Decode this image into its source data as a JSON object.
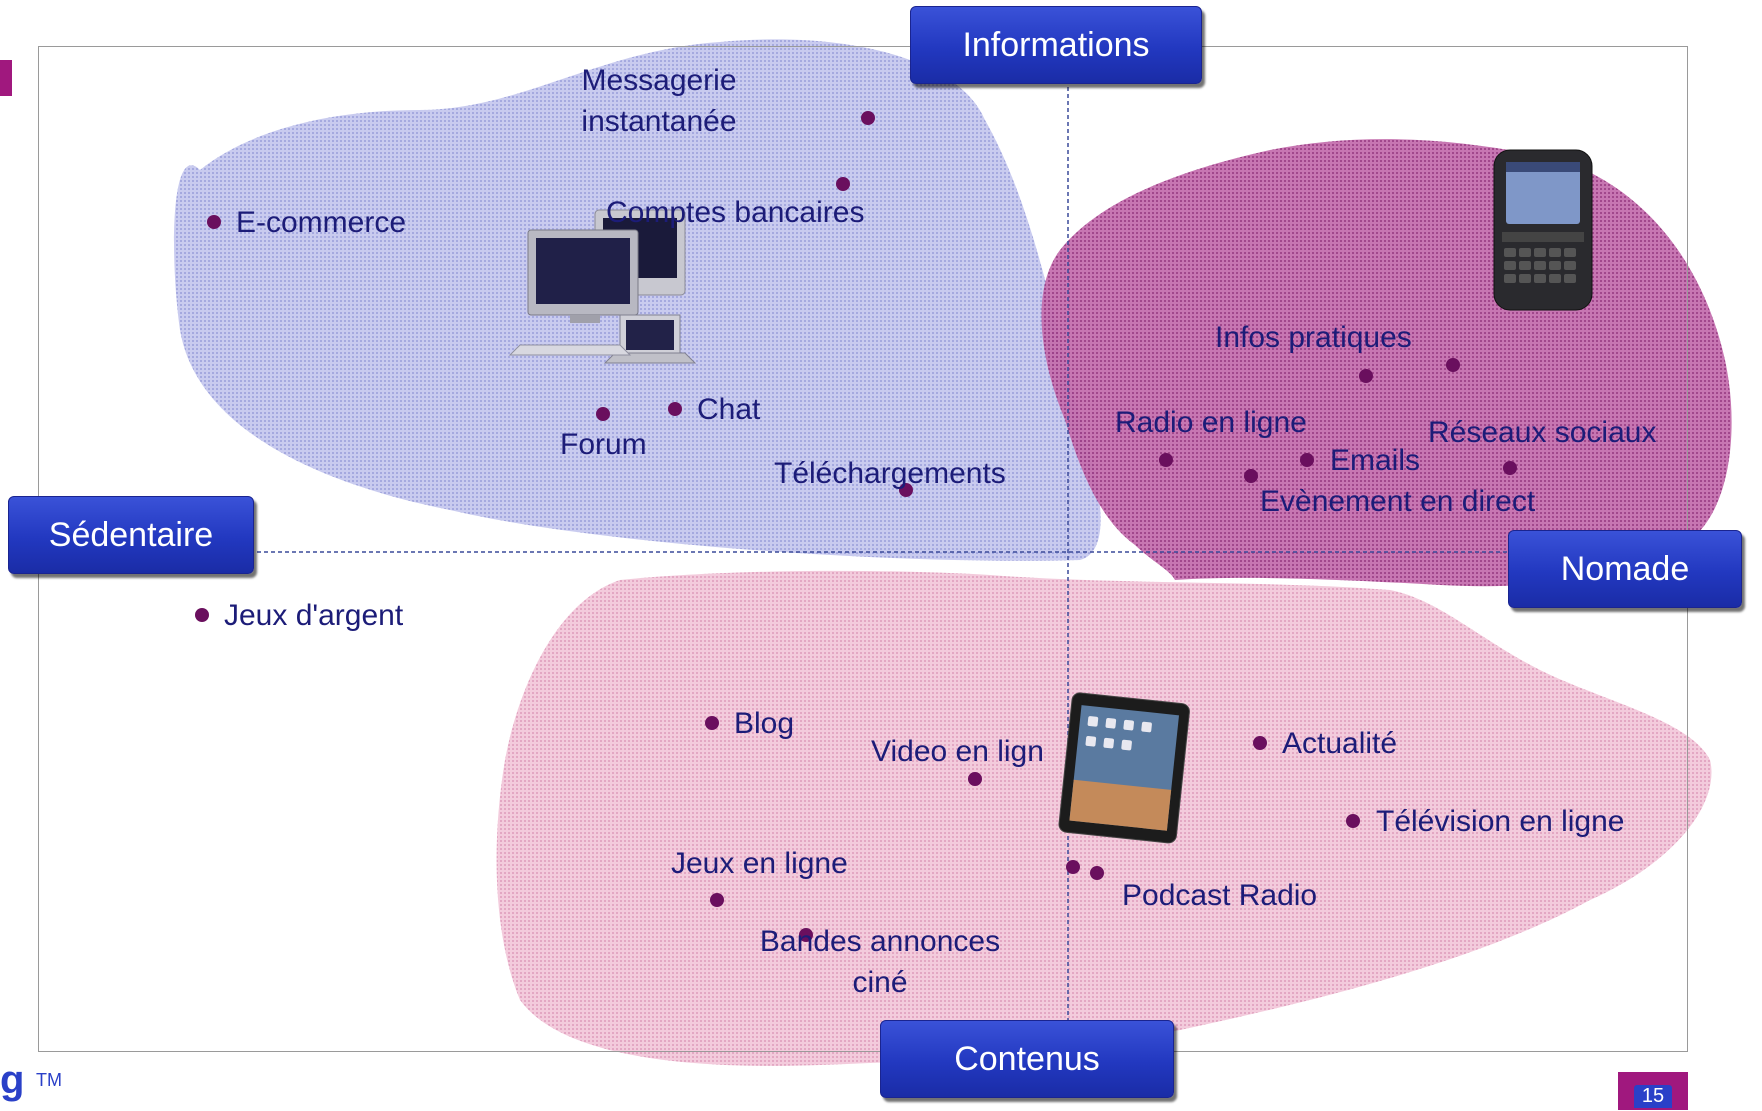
{
  "axes": {
    "top": "Informations",
    "bottom": "Contenus",
    "left": "Sédentaire",
    "right": "Nomade"
  },
  "labels": {
    "messagerie_line1": "Messagerie",
    "messagerie_line2": "instantanée",
    "comptes_bancaires": "Comptes bancaires",
    "ecommerce": "E-commerce",
    "chat": "Chat",
    "forum": "Forum",
    "telechargements": "Téléchargements",
    "jeux_argent": "Jeux d'argent",
    "infos_pratiques": "Infos pratiques",
    "radio_en_ligne": "Radio en ligne",
    "reseaux_sociaux": "Réseaux sociaux",
    "emails": "Emails",
    "evenement_direct": "Evènement en direct",
    "blog": "Blog",
    "video_en_ligne": "Video en lign",
    "actualite": "Actualité",
    "television_en_ligne": "Télévision en ligne",
    "jeux_en_ligne": "Jeux en ligne",
    "podcast_radio": "Podcast Radio",
    "bandes_annonces_line1": "Bandes annonces",
    "bandes_annonces_line2": "ciné"
  },
  "footer": {
    "page_number": "15",
    "logo_fragment": "g",
    "trademark": "TM"
  },
  "colors": {
    "blob_blue": "#b4b8e6",
    "blob_purple": "#b4579e",
    "blob_pink": "#eab6ce",
    "dot": "#6a0f5e",
    "label_text": "#1c1c78",
    "axis_button": "#2a40c8"
  },
  "icons": [
    "computers-icon",
    "smartphone-icon",
    "tablet-icon"
  ]
}
